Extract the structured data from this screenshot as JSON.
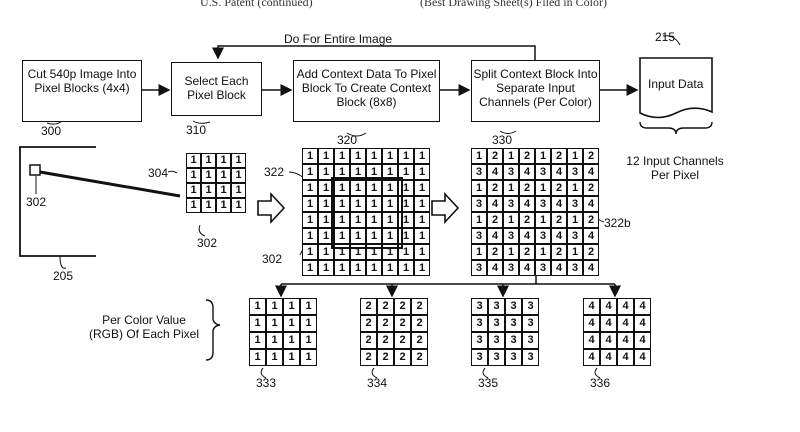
{
  "header": {
    "left": "U.S. Patent   (continued)",
    "right": "(Best Drawing Sheet(s) Filed in Color)"
  },
  "loop_label": "Do For Entire Image",
  "boxes": {
    "cut": "Cut 540p Image Into Pixel Blocks (4x4)",
    "select": "Select Each Pixel Block",
    "add": "Add Context Data To Pixel Block To Create Context Block (8x8)",
    "split": "Split Context Block Into Separate Input Channels (Per Color)",
    "input": "Input Data"
  },
  "refs": {
    "r300": "300",
    "r310": "310",
    "r320": "320",
    "r330": "330",
    "r215": "215",
    "r304": "304",
    "r302a": "302",
    "r302b": "302",
    "r302c": "302",
    "r322": "322",
    "r322b": "322b",
    "r205": "205",
    "r333": "333",
    "r334": "334",
    "r335": "335",
    "r336": "336"
  },
  "channels_note": "12 Input Channels Per Pixel",
  "per_color_note": "Per Color Value (RGB) Of Each Pixel",
  "grids": {
    "block": [
      [
        "1",
        "1",
        "1",
        "1"
      ],
      [
        "1",
        "1",
        "1",
        "1"
      ],
      [
        "1",
        "1",
        "1",
        "1"
      ],
      [
        "1",
        "1",
        "1",
        "1"
      ]
    ],
    "context": [
      [
        "1",
        "1",
        "1",
        "1",
        "1",
        "1",
        "1",
        "1"
      ],
      [
        "1",
        "1",
        "1",
        "1",
        "1",
        "1",
        "1",
        "1"
      ],
      [
        "1",
        "1",
        "1",
        "1",
        "1",
        "1",
        "1",
        "1"
      ],
      [
        "1",
        "1",
        "1",
        "1",
        "1",
        "1",
        "1",
        "1"
      ],
      [
        "1",
        "1",
        "1",
        "1",
        "1",
        "1",
        "1",
        "1"
      ],
      [
        "1",
        "1",
        "1",
        "1",
        "1",
        "1",
        "1",
        "1"
      ],
      [
        "1",
        "1",
        "1",
        "1",
        "1",
        "1",
        "1",
        "1"
      ],
      [
        "1",
        "1",
        "1",
        "1",
        "1",
        "1",
        "1",
        "1"
      ]
    ],
    "split": [
      [
        "1",
        "2",
        "1",
        "2",
        "1",
        "2",
        "1",
        "2"
      ],
      [
        "3",
        "4",
        "3",
        "4",
        "3",
        "4",
        "3",
        "4"
      ],
      [
        "1",
        "2",
        "1",
        "2",
        "1",
        "2",
        "1",
        "2"
      ],
      [
        "3",
        "4",
        "3",
        "4",
        "3",
        "4",
        "3",
        "4"
      ],
      [
        "1",
        "2",
        "1",
        "2",
        "1",
        "2",
        "1",
        "2"
      ],
      [
        "3",
        "4",
        "3",
        "4",
        "3",
        "4",
        "3",
        "4"
      ],
      [
        "1",
        "2",
        "1",
        "2",
        "1",
        "2",
        "1",
        "2"
      ],
      [
        "3",
        "4",
        "3",
        "4",
        "3",
        "4",
        "3",
        "4"
      ]
    ],
    "ch1": [
      [
        "1",
        "1",
        "1",
        "1"
      ],
      [
        "1",
        "1",
        "1",
        "1"
      ],
      [
        "1",
        "1",
        "1",
        "1"
      ],
      [
        "1",
        "1",
        "1",
        "1"
      ]
    ],
    "ch2": [
      [
        "2",
        "2",
        "2",
        "2"
      ],
      [
        "2",
        "2",
        "2",
        "2"
      ],
      [
        "2",
        "2",
        "2",
        "2"
      ],
      [
        "2",
        "2",
        "2",
        "2"
      ]
    ],
    "ch3": [
      [
        "3",
        "3",
        "3",
        "3"
      ],
      [
        "3",
        "3",
        "3",
        "3"
      ],
      [
        "3",
        "3",
        "3",
        "3"
      ],
      [
        "3",
        "3",
        "3",
        "3"
      ]
    ],
    "ch4": [
      [
        "4",
        "4",
        "4",
        "4"
      ],
      [
        "4",
        "4",
        "4",
        "4"
      ],
      [
        "4",
        "4",
        "4",
        "4"
      ],
      [
        "4",
        "4",
        "4",
        "4"
      ]
    ]
  }
}
